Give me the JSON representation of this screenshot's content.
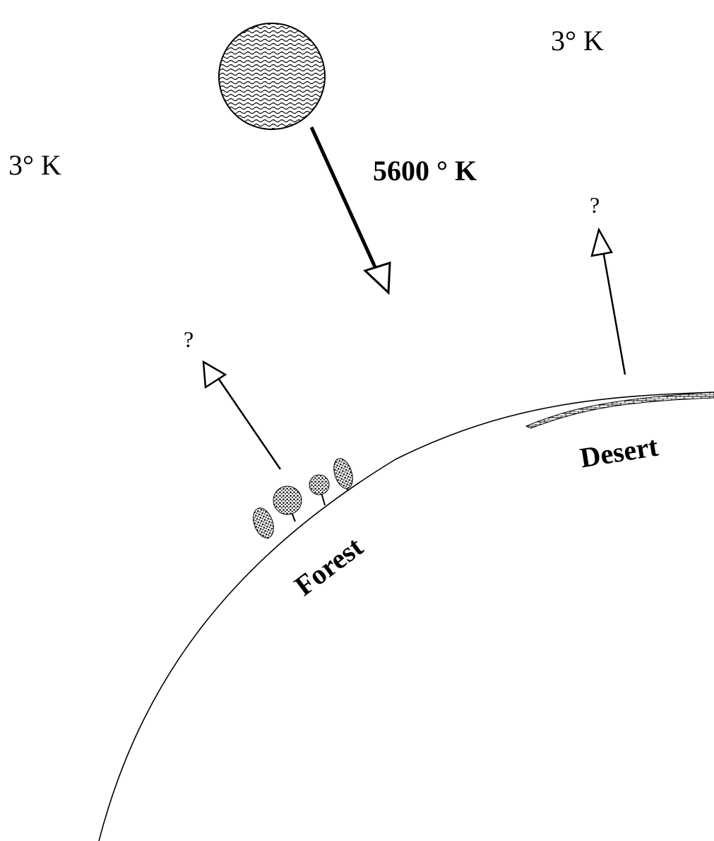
{
  "labels": {
    "space_temp_right": "3° K",
    "space_temp_left": "3° K",
    "sun_temp": "5600 ° K",
    "forest_question": "?",
    "desert_question": "?",
    "forest": "Forest",
    "desert": "Desert"
  },
  "colors": {
    "ink": "#000000",
    "background": "#ffffff"
  },
  "icons": [
    "sun-icon",
    "tree-icon",
    "desert-sand-icon",
    "arrow-icon"
  ]
}
